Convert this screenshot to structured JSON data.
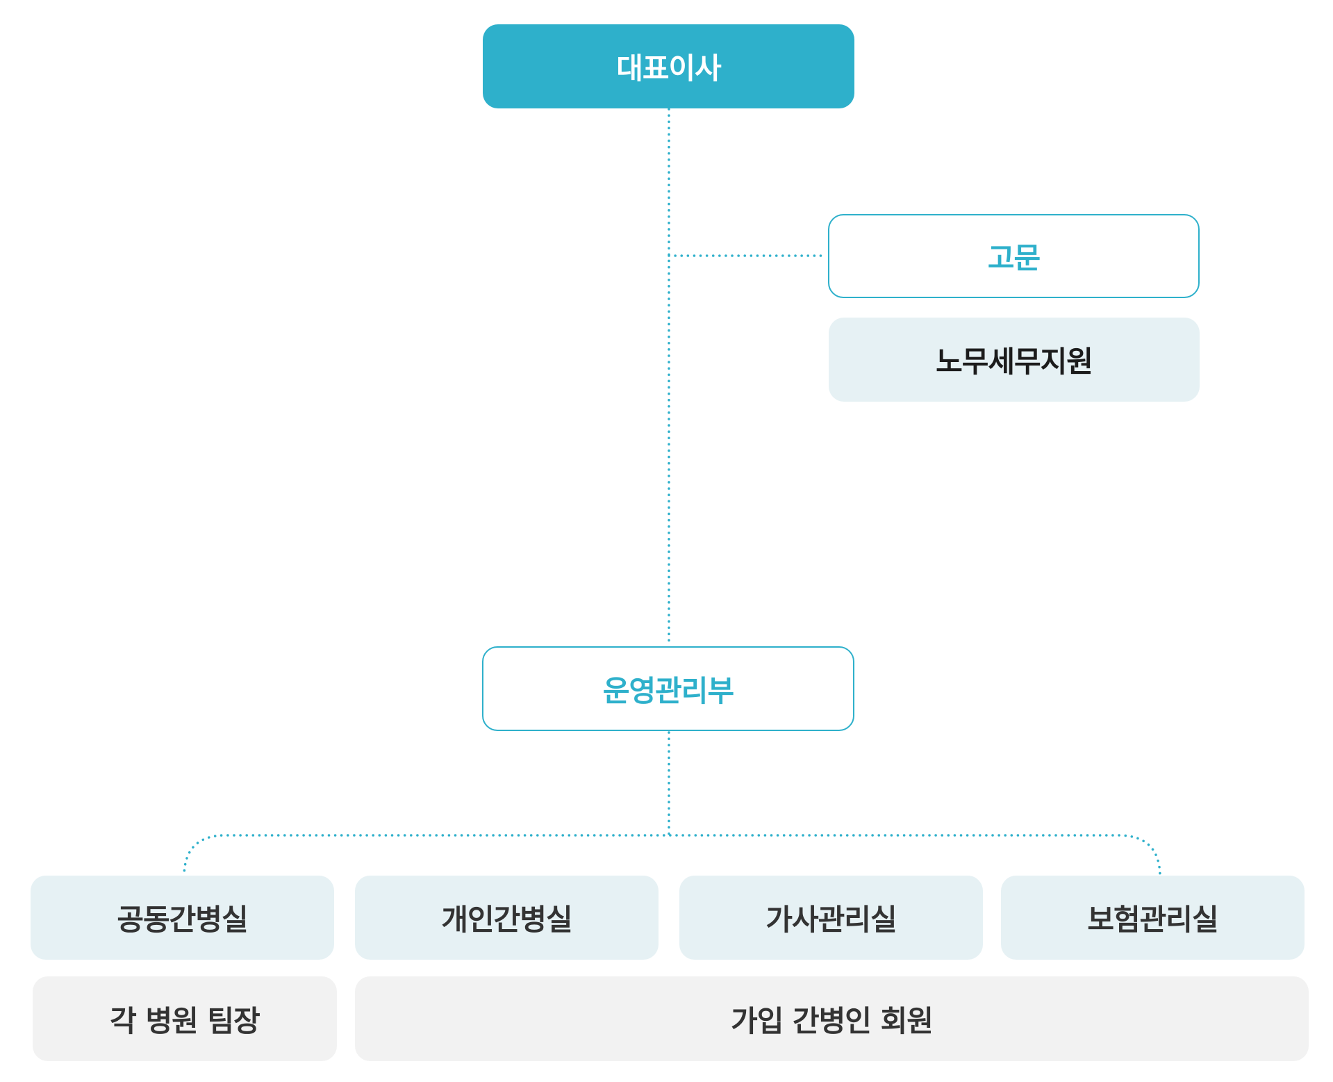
{
  "org": {
    "ceo": "대표이사",
    "advisor": "고문",
    "advisor_support": "노무세무지원",
    "operations": "운영관리부",
    "departments": [
      "공동간병실",
      "개인간병실",
      "가사관리실",
      "보험관리실"
    ],
    "members": {
      "team_leaders": "각 병원 팀장",
      "caregiver_members": "가입 간병인 회원"
    }
  },
  "colors": {
    "accent": "#2eb0cb",
    "tint": "#e6f1f4",
    "gray": "#f2f2f2",
    "text_dark": "#1c1c1c"
  }
}
